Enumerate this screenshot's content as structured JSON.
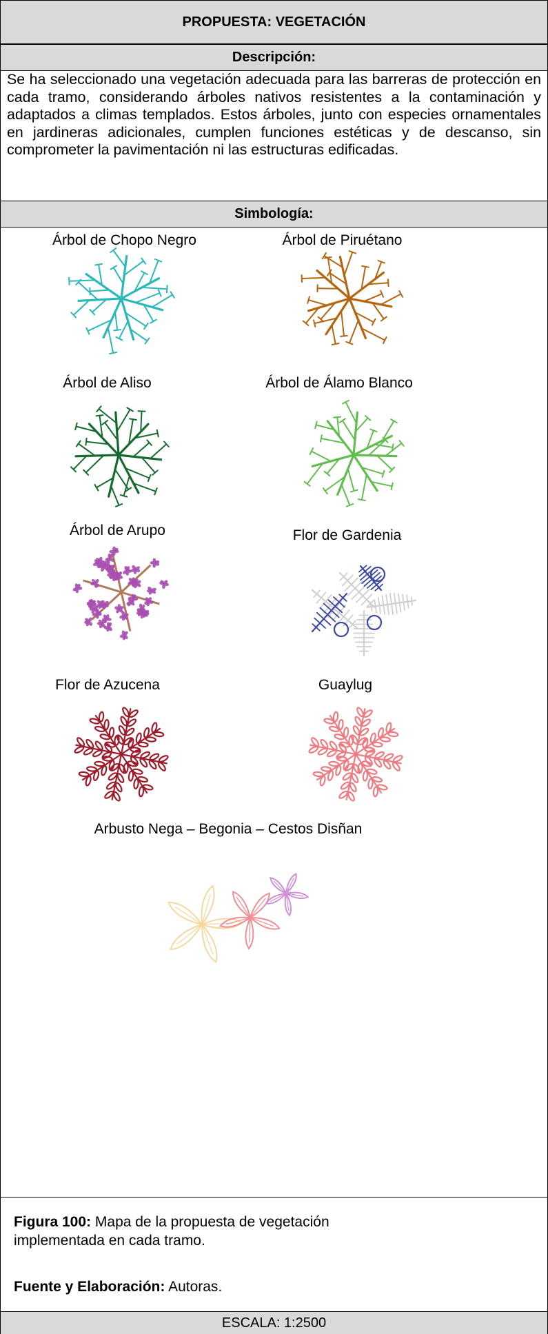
{
  "header": {
    "title": "PROPUESTA: VEGETACIÓN",
    "description_label": "Descripción:",
    "symbology_label": "Simbología:"
  },
  "description": "Se ha seleccionado una vegetación adecuada para las barreras de protección en cada tramo, considerando árboles nativos resistentes a la contaminación y adaptados a climas templados. Estos árboles, junto con especies ornamentales en jardineras adicionales, cumplen funciones estéticas y de descanso, sin comprometer la pavimentación ni las estructuras edificadas.",
  "legend": [
    {
      "label": "Árbol de Chopo Negro",
      "icon": "tree-icon",
      "color": "#2bb8b8"
    },
    {
      "label": "Árbol de Piruétano",
      "icon": "tree-icon",
      "color": "#b5650f"
    },
    {
      "label": "Árbol de Aliso",
      "icon": "tree-icon",
      "color": "#156b2e"
    },
    {
      "label": "Árbol de Álamo Blanco",
      "icon": "tree-icon",
      "color": "#62bd4f"
    },
    {
      "label": "Árbol de Arupo",
      "icon": "flowering-tree-icon",
      "color": "#a84fb0"
    },
    {
      "label": "Flor de Gardenia",
      "icon": "gardenia-icon",
      "color": "#3b46a0"
    },
    {
      "label": "Flor de Azucena",
      "icon": "leafy-plant-icon",
      "color": "#9e1b2a"
    },
    {
      "label": "Guaylug",
      "icon": "leafy-plant-icon",
      "color": "#ee7b80"
    },
    {
      "label": "Arbusto Nega – Begonia – Cestos Disñan",
      "icon": "shrub-flowers-icon",
      "color": "#f3d99f"
    }
  ],
  "figure": {
    "label": "Figura 100:",
    "text": "Mapa de la propuesta de vegetación implementada en cada tramo."
  },
  "source": {
    "label": "Fuente y Elaboración:",
    "text": "Autoras."
  },
  "scale": "ESCALA: 1:2500"
}
